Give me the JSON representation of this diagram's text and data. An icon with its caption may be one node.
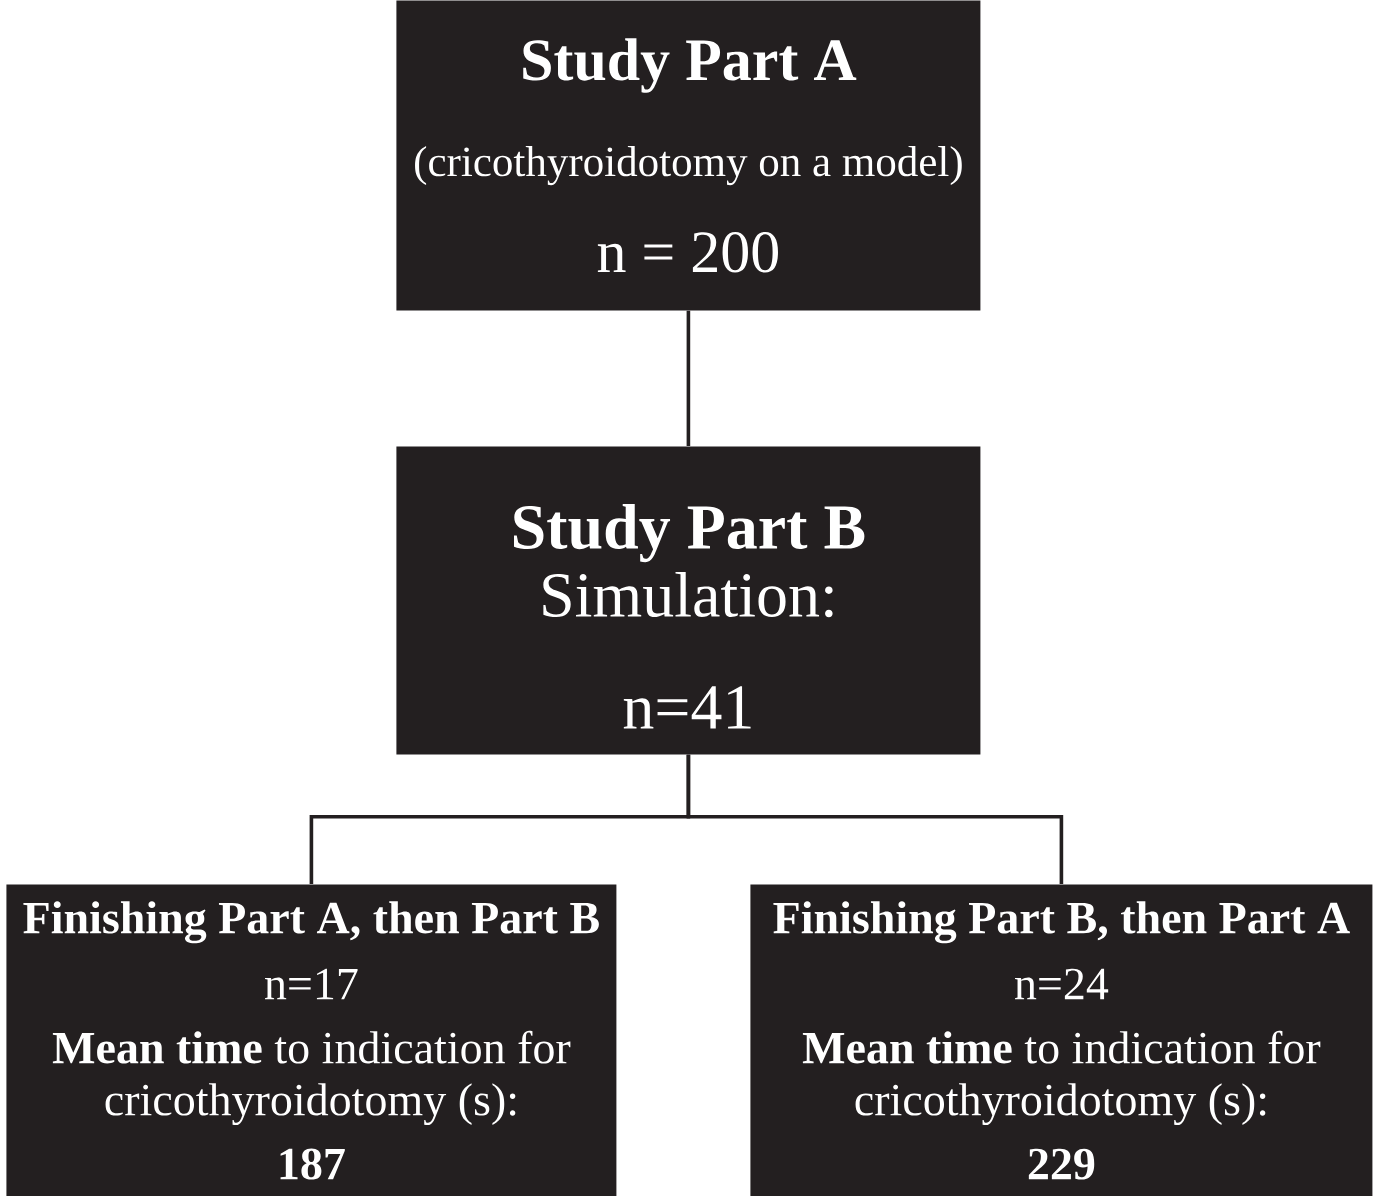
{
  "diagram": {
    "nodes": [
      {
        "text": [
          "Study Part A",
          "(cricothyroidotomy on a model)",
          "n = 200"
        ]
      },
      {
        "text": [
          "Study Part B",
          "Simulation:",
          "n=41"
        ]
      },
      {
        "text": [
          "Finishing Part A, then Part B",
          "n=17",
          "**Mean time** to indication for cricothyroidotomy (s):",
          "187"
        ]
      },
      {
        "text": [
          "Finishing Part B, then Part A",
          "n=24",
          "**Mean time** to indication for cricothyroidotomy (s):",
          "229"
        ]
      }
    ],
    "edges": [
      {
        "from": 0,
        "to": 1,
        "arrow": "none"
      },
      {
        "from": 1,
        "to": 2,
        "arrow": "none"
      },
      {
        "from": 1,
        "to": 3,
        "arrow": "none"
      }
    ]
  }
}
